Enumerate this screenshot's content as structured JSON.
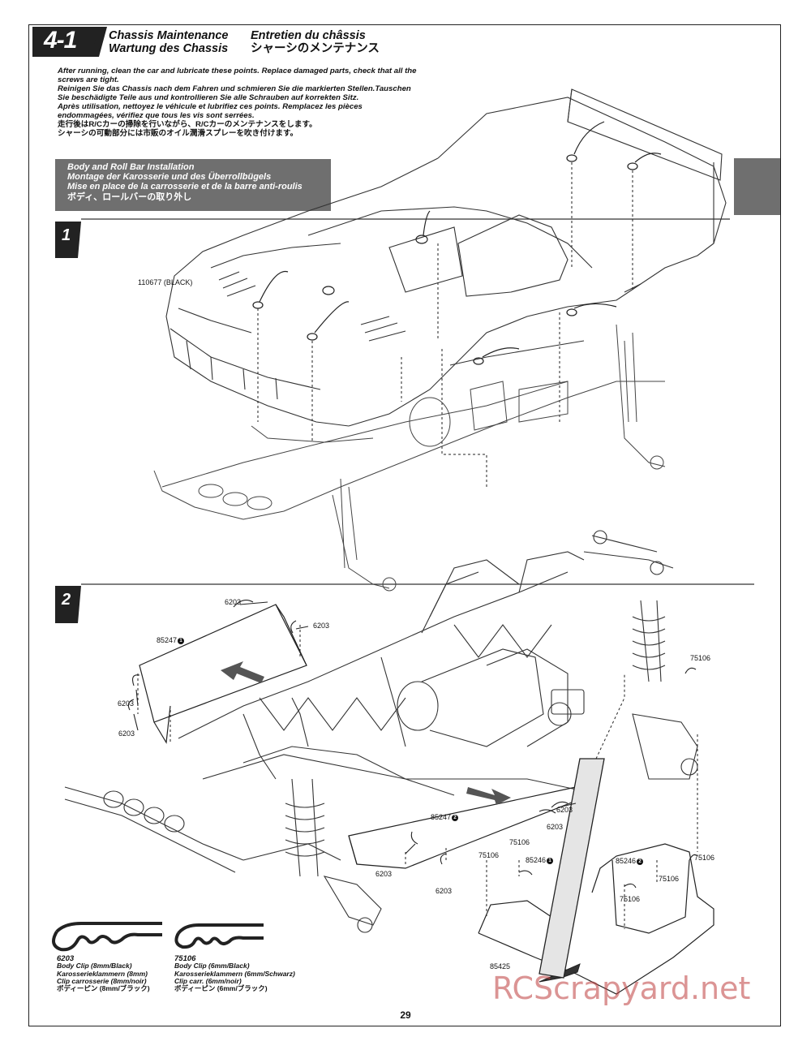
{
  "section": {
    "number": "4-1",
    "titles": {
      "en": "Chassis Maintenance",
      "fr": "Entretien du châssis",
      "de": "Wartung des Chassis",
      "ja": "シャーシのメンテナンス"
    }
  },
  "intro": [
    "After running, clean the car and lubricate these points. Replace damaged parts, check that all the",
    "screws are tight.",
    "Reinigen Sie das Chassis nach dem Fahren und schmieren Sie die markierten Stellen.Tauschen",
    "Sie beschädigte Teile aus und kontrollieren Sie alle Schrauben auf korrekten Sitz.",
    "Après utilisation, nettoyez le véhicule et lubrifiez ces points. Remplacez les pièces",
    "endommagées, vérifiez que tous les vis sont serrées.",
    "走行後はR/Cカーの掃除を行いながら、R/Cカーのメンテナンスをします。",
    "シャーシの可動部分には市販のオイル潤滑スプレーを吹き付けます。"
  ],
  "subsection": {
    "lines": [
      "Body and Roll Bar Installation",
      "Montage der Karosserie und des Überrollbügels",
      "Mise en place de la carrosserie et de la barre anti-roulis",
      "ボディ、ロールバーの取り外し"
    ]
  },
  "steps": [
    "1",
    "2"
  ],
  "step1_labels": {
    "body_part": "110677 (BLACK)"
  },
  "step2_labels": {
    "p6203_a": "6203",
    "p6203_b": "6203",
    "p85247_1": "85247",
    "p6203_c": "6203",
    "p6203_d": "6203",
    "p75106_a": "75106",
    "p6203_e": "6203",
    "p85247_2": "85247",
    "p6203_f": "6203",
    "p6203_g": "6203",
    "p6203_h": "6203",
    "p75106_b": "75106",
    "p75106_c": "75106",
    "p85246_1": "85246",
    "p85246_2": "85246",
    "p75106_d": "75106",
    "p75106_e": "75106",
    "p75106_f": "75106",
    "p85425": "85425",
    "circle_1": "1",
    "circle_2": "2"
  },
  "legend": [
    {
      "part": "6203",
      "lines": [
        "Body Clip (8mm/Black)",
        "Karosserieklammern (8mm)",
        "Clip carrosserie (8mm/noir)",
        "ボディーピン (8mm/ブラック)"
      ]
    },
    {
      "part": "75106",
      "lines": [
        "Body Clip (6mm/Black)",
        "Karosserieklammern (6mm/Schwarz)",
        "Clip carr. (6mm/noir)",
        "ボディーピン (6mm/ブラック)"
      ]
    }
  ],
  "page_number": "29",
  "watermark": "RCScrapyard.net"
}
